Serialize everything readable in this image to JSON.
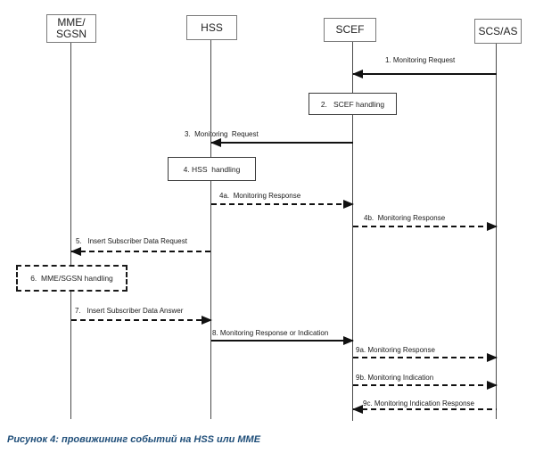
{
  "diagram": {
    "participants": [
      {
        "id": "mme-sgsn",
        "label": "MME/\nSGSN"
      },
      {
        "id": "hss",
        "label": "HSS"
      },
      {
        "id": "scef",
        "label": "SCEF"
      },
      {
        "id": "scs-as",
        "label": "SCS/AS"
      }
    ],
    "messages": [
      {
        "id": "1",
        "label": "1. Monitoring Request",
        "from": "SCS/AS",
        "to": "SCEF",
        "line": "solid"
      },
      {
        "id": "3",
        "label": "3.  Monitoring  Request",
        "from": "SCEF",
        "to": "HSS",
        "line": "solid"
      },
      {
        "id": "4a",
        "label": "4a.  Monitoring Response",
        "from": "HSS",
        "to": "SCEF",
        "line": "dashed"
      },
      {
        "id": "4b",
        "label": "4b.  Monitoring Response",
        "from": "SCEF",
        "to": "SCS/AS",
        "line": "dashed"
      },
      {
        "id": "5",
        "label": "5.   Insert Subscriber Data Request",
        "from": "HSS",
        "to": "MME/SGSN",
        "line": "dashed"
      },
      {
        "id": "7",
        "label": "7.   Insert Subscriber Data Answer",
        "from": "MME/SGSN",
        "to": "HSS",
        "line": "dashed"
      },
      {
        "id": "8",
        "label": "8. Monitoring Response or Indication",
        "from": "HSS",
        "to": "SCEF",
        "line": "solid"
      },
      {
        "id": "9a",
        "label": "9a. Monitoring Response",
        "from": "SCEF",
        "to": "SCS/AS",
        "line": "dashed"
      },
      {
        "id": "9b",
        "label": "9b. Monitoring Indication",
        "from": "SCEF",
        "to": "SCS/AS",
        "line": "dashed"
      },
      {
        "id": "9c",
        "label": "9c. Monitoring Indication Response",
        "from": "SCS/AS",
        "to": "SCEF",
        "line": "dashed"
      }
    ],
    "actions": [
      {
        "id": "2",
        "label": "2.   SCEF handling",
        "on": "SCEF",
        "border": "solid"
      },
      {
        "id": "4",
        "label": "4. HSS  handling",
        "on": "HSS",
        "border": "solid"
      },
      {
        "id": "6",
        "label": "6.  MME/SGSN handling",
        "on": "MME/SGSN",
        "border": "dashed"
      }
    ],
    "caption": "Рисунок 4: провижининг событий на HSS или MME",
    "colors": {
      "caption": "#1F4E79",
      "line": "#111111",
      "box_border": "#7a7a7a"
    }
  }
}
